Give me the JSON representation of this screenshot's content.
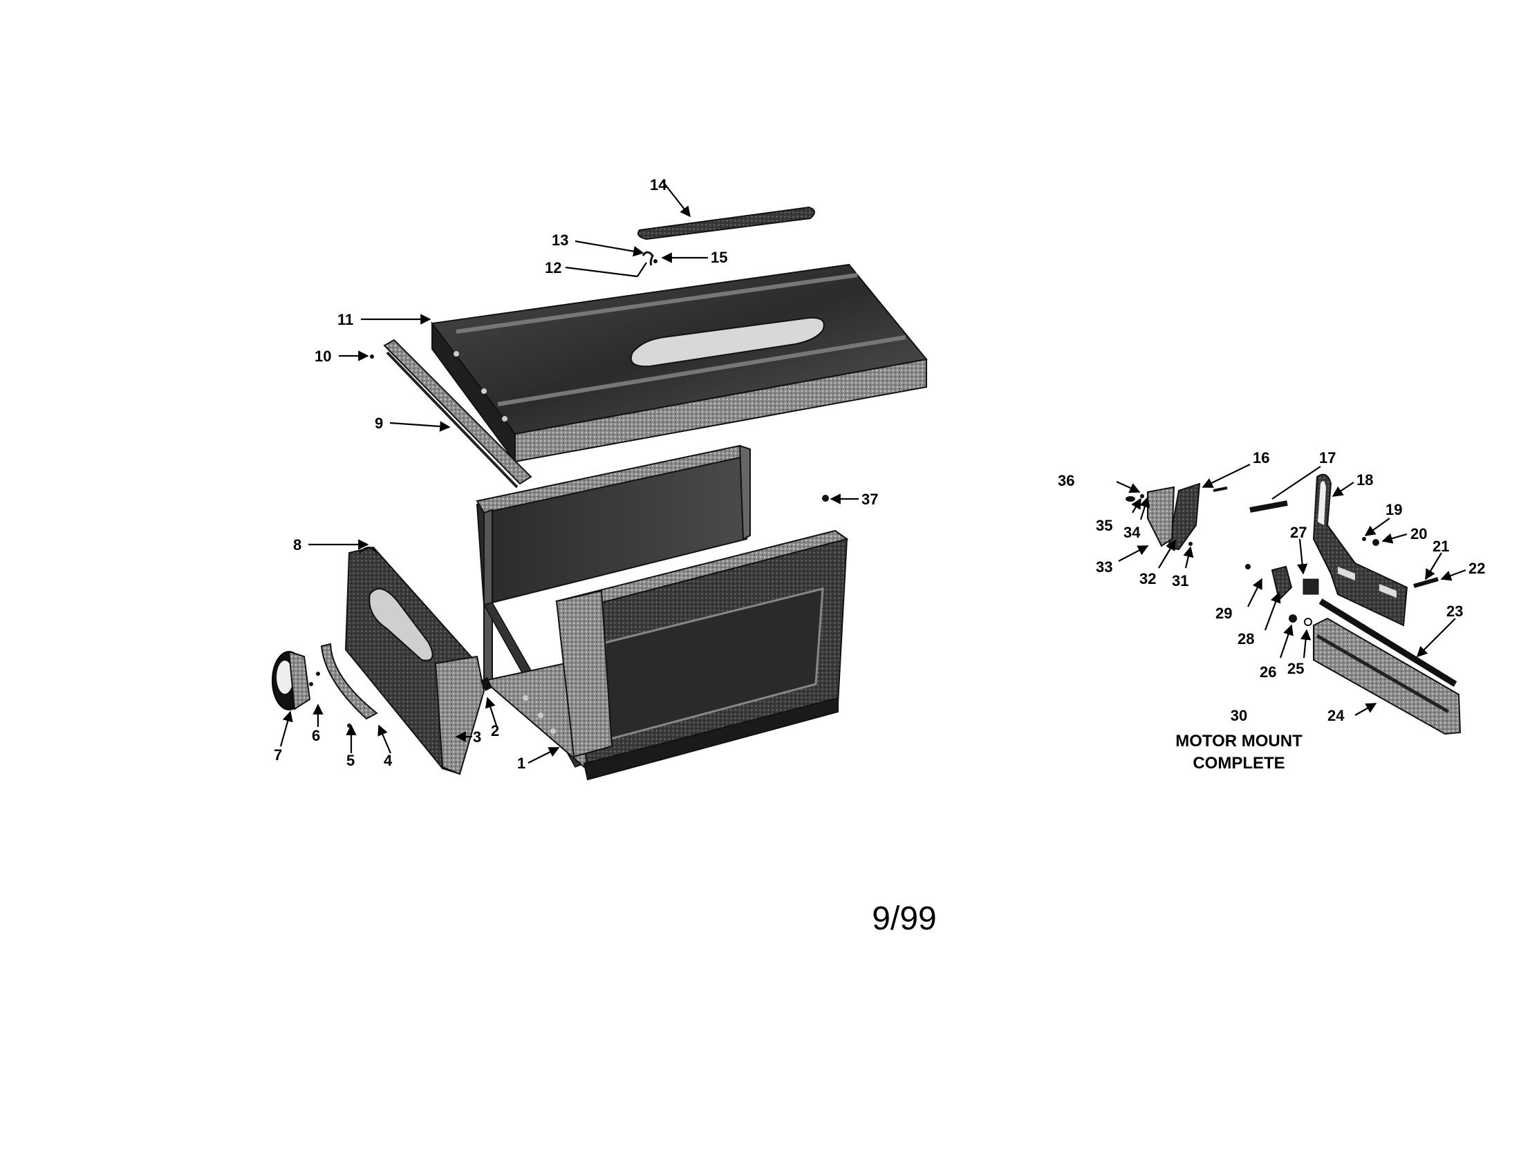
{
  "callouts": [
    "1",
    "2",
    "3",
    "4",
    "5",
    "6",
    "7",
    "8",
    "9",
    "10",
    "11",
    "12",
    "13",
    "14",
    "15",
    "16",
    "17",
    "18",
    "19",
    "20",
    "21",
    "22",
    "23",
    "24",
    "25",
    "26",
    "27",
    "28",
    "29",
    "31",
    "32",
    "33",
    "34",
    "35",
    "36",
    "37"
  ],
  "caption": {
    "number": "30",
    "line1": "MOTOR MOUNT",
    "line2": "COMPLETE"
  },
  "page_number": "9/99"
}
